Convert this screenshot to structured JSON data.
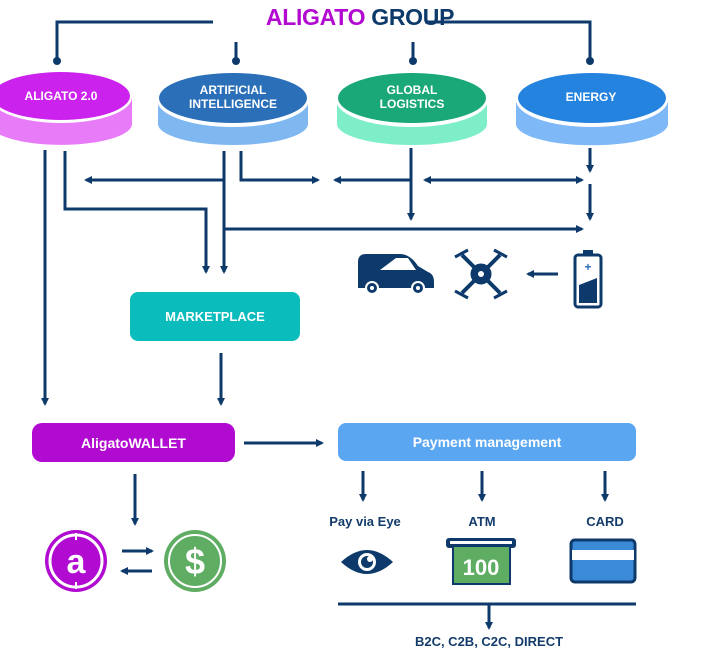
{
  "header": {
    "title_part1": "ALIGATO",
    "title_part2": "GROUP"
  },
  "divisions": [
    {
      "id": "aligato-2",
      "line1": "ALIGATO 2.0",
      "line2": "",
      "top_color": "#cc22ee",
      "side_color": "#e87cf8"
    },
    {
      "id": "artificial-intelligence",
      "line1": "ARTIFICIAL",
      "line2": "INTELLIGENCE",
      "top_color": "#2a6fb8",
      "side_color": "#7fb8f0"
    },
    {
      "id": "global-logistics",
      "line1": "GLOBAL",
      "line2": "LOGISTICS",
      "top_color": "#1aa878",
      "side_color": "#7deec8"
    },
    {
      "id": "energy",
      "line1": "ENERGY",
      "line2": "",
      "top_color": "#2583e0",
      "side_color": "#7fb8f6"
    }
  ],
  "marketplace": {
    "label": "MARKETPLACE",
    "color": "#0bbcbc"
  },
  "wallet": {
    "label": "AligatoWALLET",
    "color": "#b10ad0"
  },
  "payment": {
    "label": "Payment management",
    "color": "#5aa6f0"
  },
  "payment_methods": [
    {
      "label": "Pay via Eye",
      "icon": "eye-icon"
    },
    {
      "label": "ATM",
      "icon": "atm-icon",
      "value": "100"
    },
    {
      "label": "CARD",
      "icon": "card-icon"
    }
  ],
  "transaction_types": "B2C, C2B, C2C, DIRECT",
  "icons": {
    "logistics": [
      "van-icon",
      "drone-icon"
    ],
    "energy": "battery-icon",
    "coins": [
      "aligato-coin-icon",
      "dollar-coin-icon"
    ],
    "dollar_symbol": "$",
    "aligato_symbol": "a"
  },
  "colors": {
    "line": "#0d3a6b",
    "purple": "#b10ad0",
    "green": "#5fad63",
    "card_blue": "#3a8ad8"
  }
}
